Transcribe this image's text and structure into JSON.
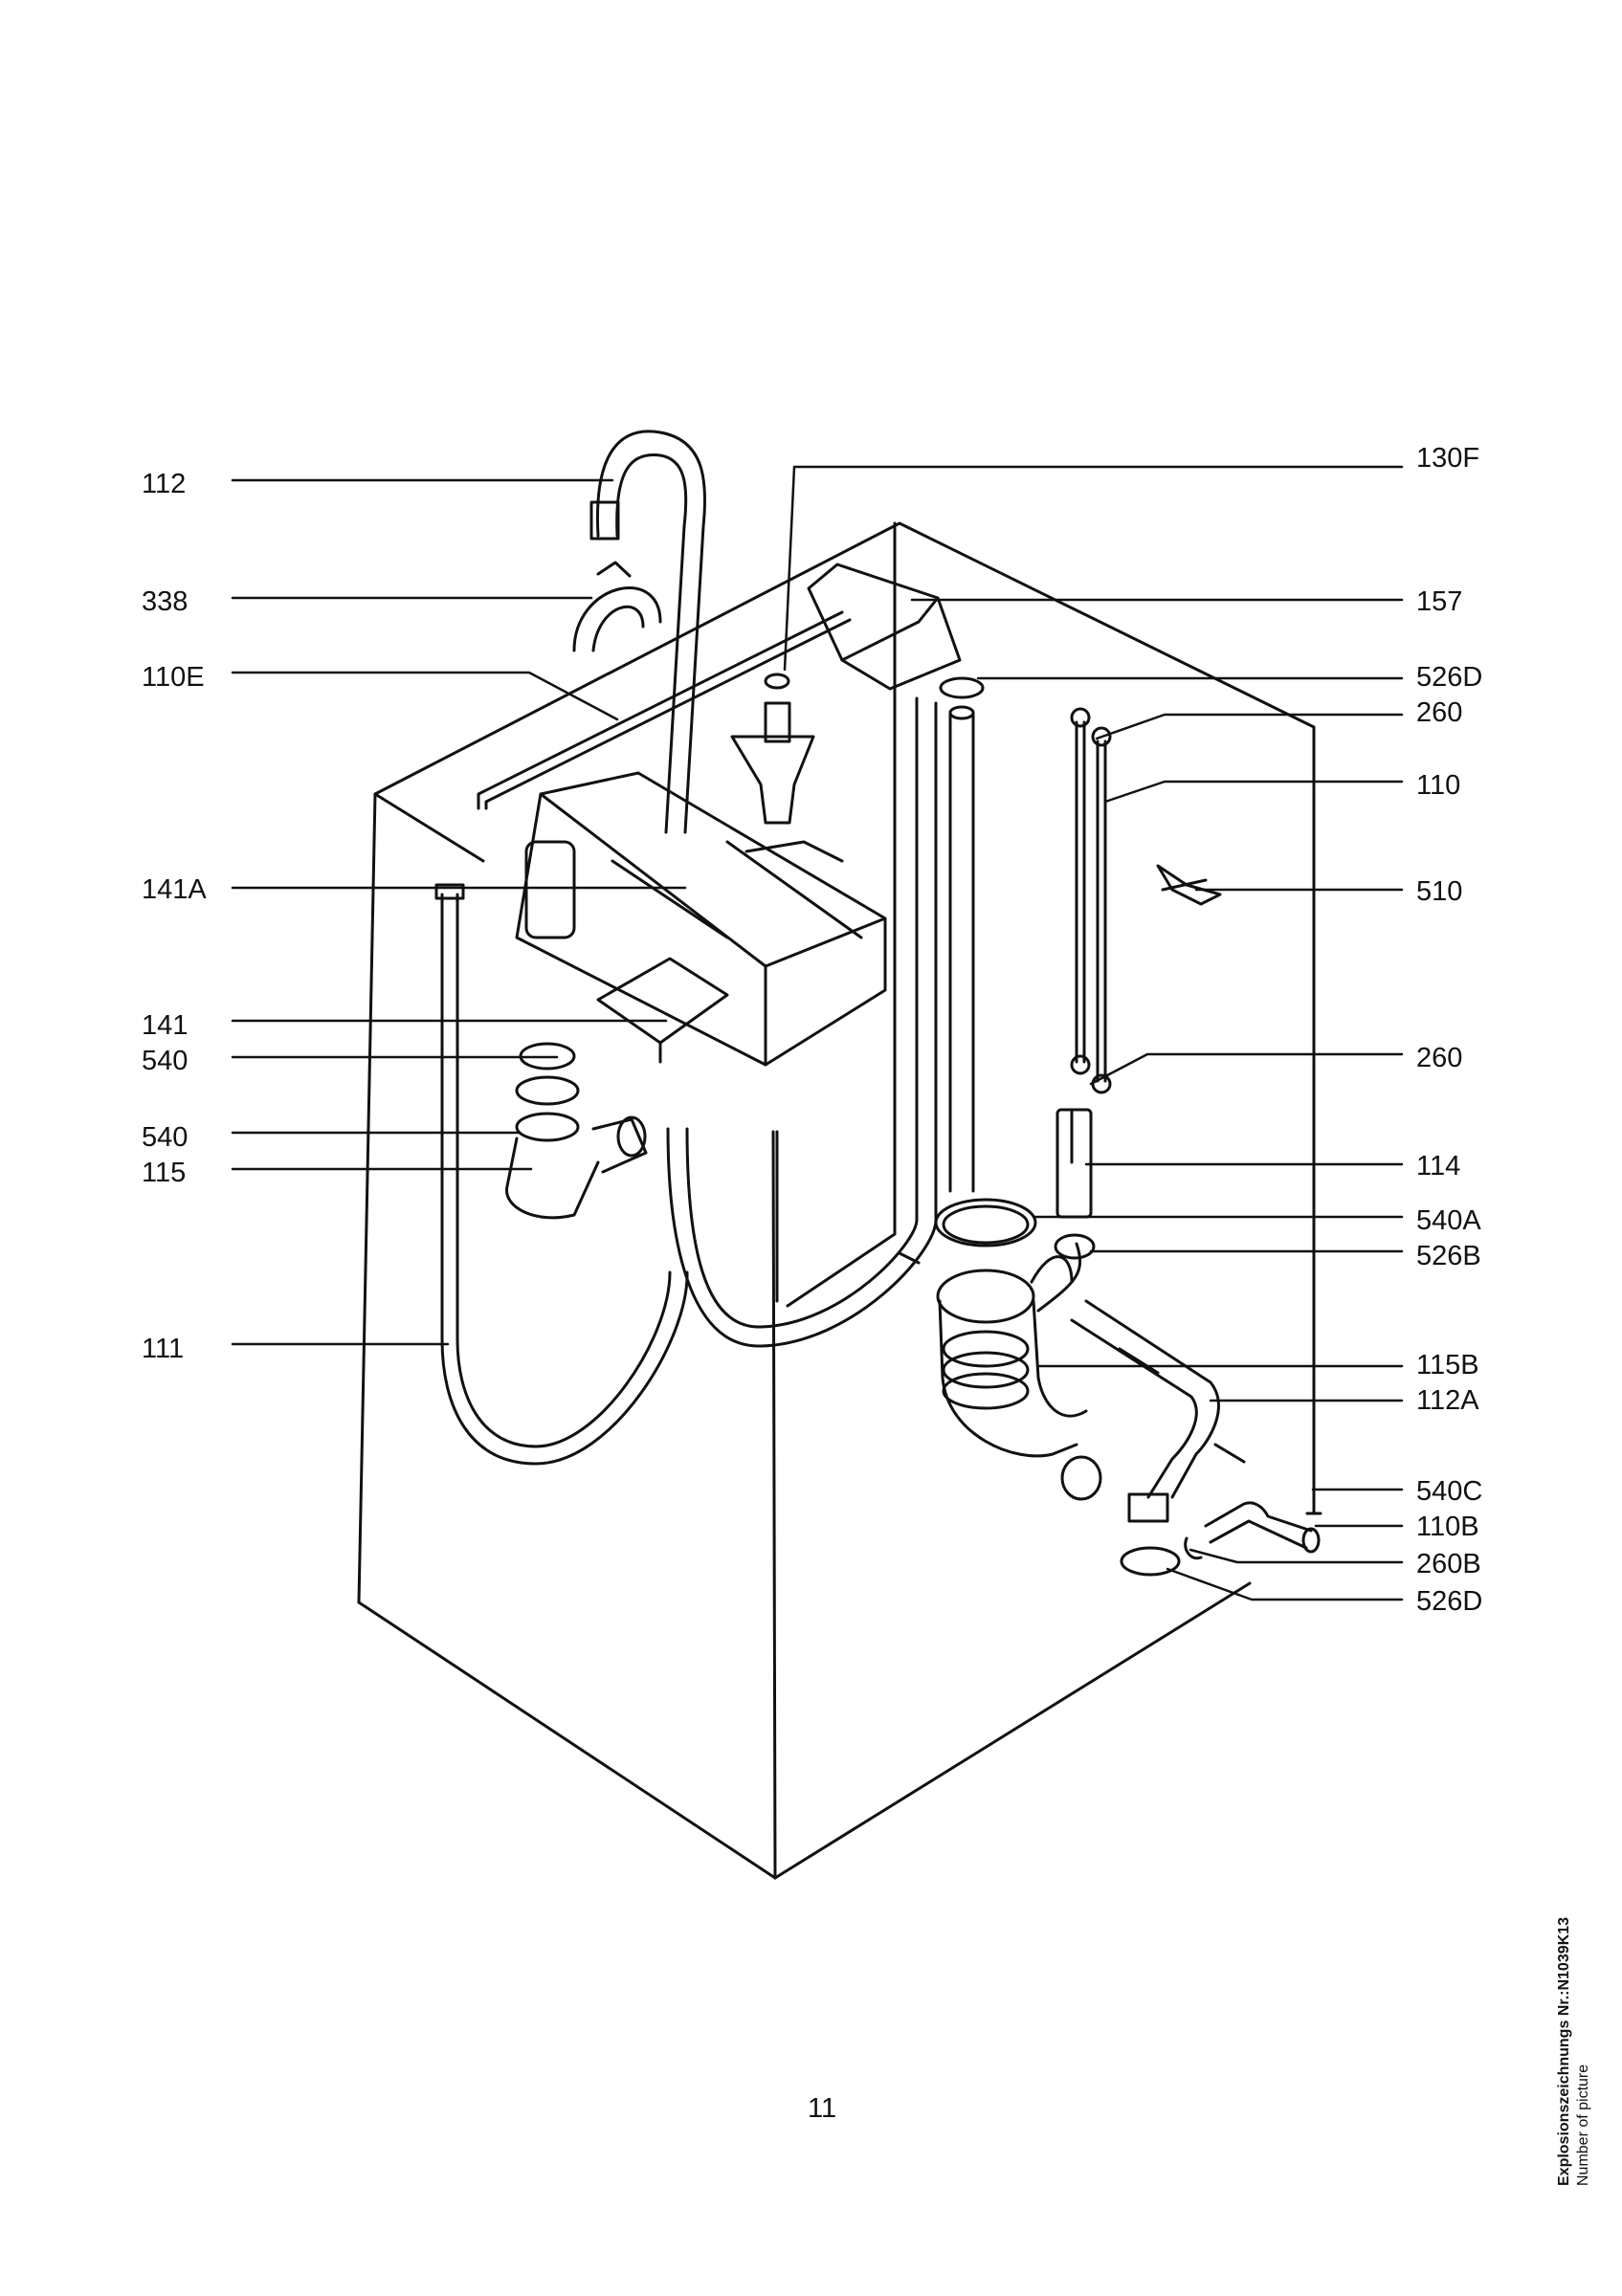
{
  "labels": {
    "l112": "112",
    "l338": "338",
    "l110E": "110E",
    "l141A": "141A",
    "l141": "141",
    "l540a": "540",
    "l540b": "540",
    "l115": "115",
    "l111": "111",
    "l130F": "130F",
    "l157": "157",
    "l526D_top": "526D",
    "l260_top": "260",
    "l110": "110",
    "l510": "510",
    "l260_bot": "260",
    "l114": "114",
    "l540A": "540A",
    "l526B": "526B",
    "l115B": "115B",
    "l112A": "112A",
    "l540C": "540C",
    "l110B": "110B",
    "l260B": "260B",
    "l526D_bot": "526D"
  },
  "page_number": "11",
  "caption": {
    "title": "Explosionszeichnungs Nr.:N1039K13",
    "subtitle": "Number of picture"
  }
}
